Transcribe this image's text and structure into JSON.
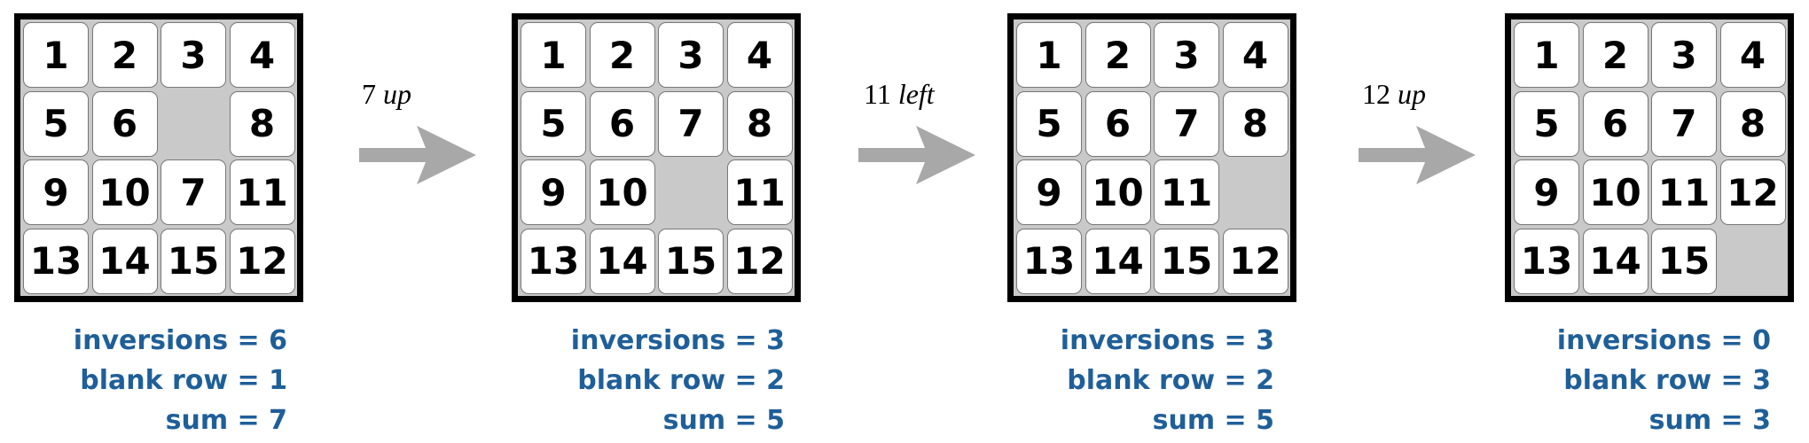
{
  "colors": {
    "frame": "#000000",
    "tile_fill": "#ffffff",
    "blank_fill": "#c9c9c9",
    "stats_text": "#1f5f99",
    "arrow": "#a8a8a8"
  },
  "boards": [
    {
      "tiles": [
        [
          "1",
          "2",
          "3",
          "4"
        ],
        [
          "5",
          "6",
          "",
          "8"
        ],
        [
          "9",
          "10",
          "7",
          "11"
        ],
        [
          "13",
          "14",
          "15",
          "12"
        ]
      ],
      "inversions": "inversions = 6",
      "blank_row": "blank row = 1",
      "sum": "sum = 7"
    },
    {
      "tiles": [
        [
          "1",
          "2",
          "3",
          "4"
        ],
        [
          "5",
          "6",
          "7",
          "8"
        ],
        [
          "9",
          "10",
          "",
          "11"
        ],
        [
          "13",
          "14",
          "15",
          "12"
        ]
      ],
      "inversions": "inversions = 3",
      "blank_row": "blank row = 2",
      "sum": "sum = 5"
    },
    {
      "tiles": [
        [
          "1",
          "2",
          "3",
          "4"
        ],
        [
          "5",
          "6",
          "7",
          "8"
        ],
        [
          "9",
          "10",
          "11",
          ""
        ],
        [
          "13",
          "14",
          "15",
          "12"
        ]
      ],
      "inversions": "inversions = 3",
      "blank_row": "blank row = 2",
      "sum": "sum = 5"
    },
    {
      "tiles": [
        [
          "1",
          "2",
          "3",
          "4"
        ],
        [
          "5",
          "6",
          "7",
          "8"
        ],
        [
          "9",
          "10",
          "11",
          "12"
        ],
        [
          "13",
          "14",
          "15",
          ""
        ]
      ],
      "inversions": "inversions = 0",
      "blank_row": "blank row = 3",
      "sum": "sum = 3"
    }
  ],
  "moves": [
    {
      "tile": "7",
      "direction": "up"
    },
    {
      "tile": "11",
      "direction": "left"
    },
    {
      "tile": "12",
      "direction": "up"
    }
  ]
}
